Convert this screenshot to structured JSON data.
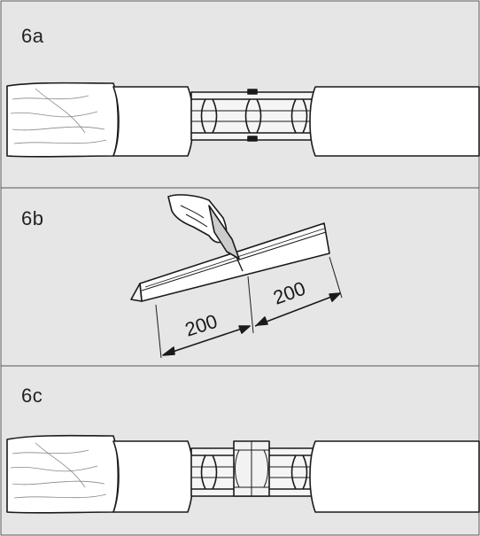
{
  "panels": [
    {
      "id": "6a",
      "label": "6a"
    },
    {
      "id": "6b",
      "label": "6b",
      "dimensions": [
        "200",
        "200"
      ]
    },
    {
      "id": "6c",
      "label": "6c"
    }
  ],
  "colors": {
    "panel_background": "#e6e6e6",
    "line": "#1a1a1a",
    "cable_fill": "#ffffff",
    "spacer_fill": "#f2f2f2"
  }
}
